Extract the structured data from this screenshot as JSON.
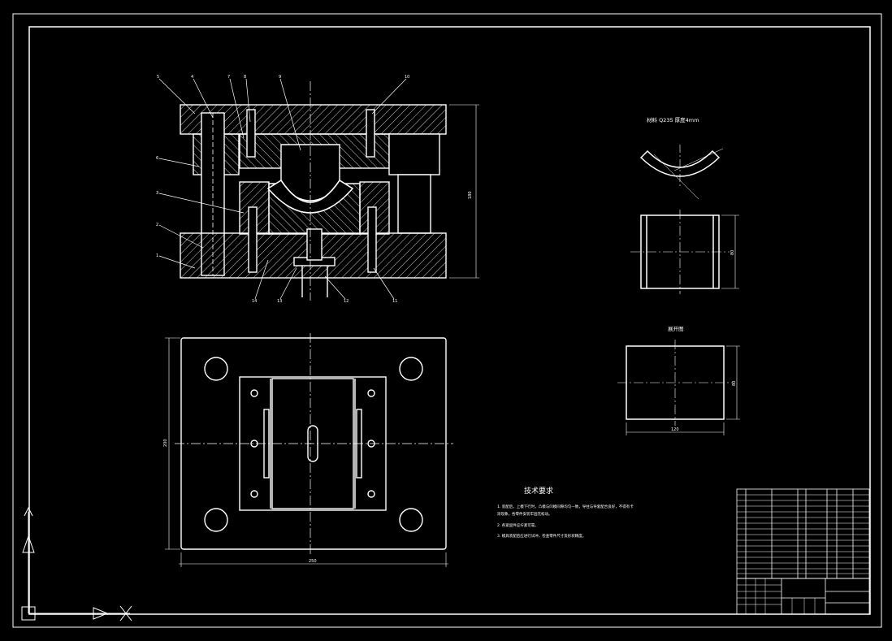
{
  "part_label": {
    "material": "材料 Q235 厚度4mm"
  },
  "blank_label": "展开图",
  "tech_requirements": {
    "title": "技术要求",
    "items": [
      "1. 装配后，上模下行时，凸模与凹模间隙均匀一致，导柱与导套配合良好，不得有卡",
      "   滞现象，各零件安装牢固无松动。",
      "2. 各紧固件应拧紧可靠。",
      "3. 模具装配后应进行试冲，检查零件尺寸及形状精度。"
    ]
  },
  "dimensions": {
    "plan_width": "250",
    "plan_height": "200",
    "blank_width": "120",
    "blank_height": "80",
    "side_height": "80",
    "total_height": "180"
  },
  "balloons": [
    "5",
    "4",
    "7",
    "8",
    "9",
    "10",
    "6",
    "3",
    "2",
    "1",
    "14",
    "13",
    "12",
    "11"
  ],
  "colors": {
    "background": "#000000",
    "line": "#ffffff",
    "hatch": "#ffffff"
  }
}
